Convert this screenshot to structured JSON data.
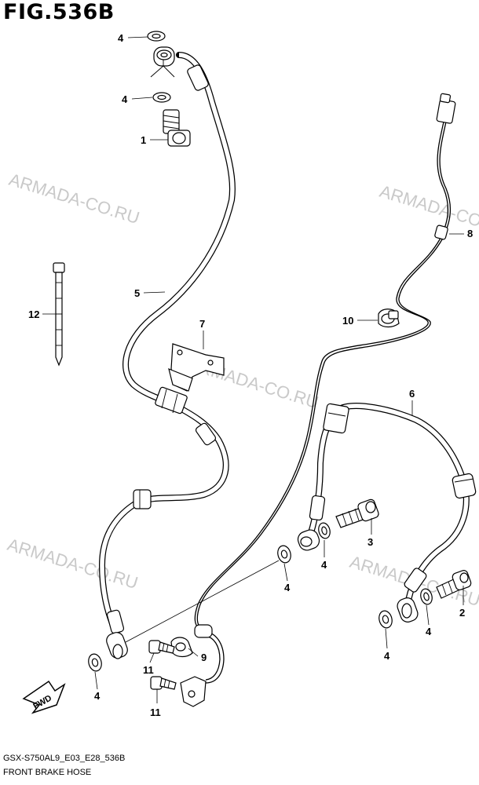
{
  "figure": {
    "title": "FIG.536B",
    "code": "GSX-S750AL9_E03_E28_536B",
    "name": "FRONT BRAKE HOSE",
    "fwd_label": "FWD"
  },
  "watermark": "ARMADA-CO.RU",
  "callouts": [
    {
      "id": "c4a",
      "label": "4"
    },
    {
      "id": "c4b",
      "label": "4"
    },
    {
      "id": "c1",
      "label": "1"
    },
    {
      "id": "c5",
      "label": "5"
    },
    {
      "id": "c12",
      "label": "12"
    },
    {
      "id": "c7",
      "label": "7"
    },
    {
      "id": "c8",
      "label": "8"
    },
    {
      "id": "c10",
      "label": "10"
    },
    {
      "id": "c6",
      "label": "6"
    },
    {
      "id": "c3",
      "label": "3"
    },
    {
      "id": "c4c",
      "label": "4"
    },
    {
      "id": "c4d",
      "label": "4"
    },
    {
      "id": "c2",
      "label": "2"
    },
    {
      "id": "c4e",
      "label": "4"
    },
    {
      "id": "c4f",
      "label": "4"
    },
    {
      "id": "c9",
      "label": "9"
    },
    {
      "id": "c11a",
      "label": "11"
    },
    {
      "id": "c11b",
      "label": "11"
    },
    {
      "id": "c4g",
      "label": "4"
    }
  ]
}
